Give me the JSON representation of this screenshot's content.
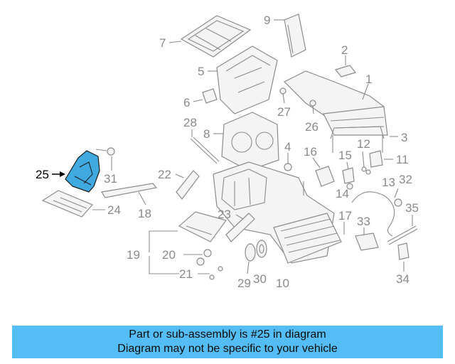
{
  "diagram": {
    "callouts": [
      {
        "id": "1",
        "text": "1"
      },
      {
        "id": "2",
        "text": "2"
      },
      {
        "id": "3",
        "text": "3"
      },
      {
        "id": "4",
        "text": "4"
      },
      {
        "id": "5",
        "text": "5"
      },
      {
        "id": "6",
        "text": "6"
      },
      {
        "id": "7",
        "text": "7"
      },
      {
        "id": "8",
        "text": "8"
      },
      {
        "id": "9",
        "text": "9"
      },
      {
        "id": "10",
        "text": "10"
      },
      {
        "id": "11",
        "text": "11"
      },
      {
        "id": "12",
        "text": "12"
      },
      {
        "id": "13",
        "text": "13"
      },
      {
        "id": "14",
        "text": "14"
      },
      {
        "id": "15",
        "text": "15"
      },
      {
        "id": "16",
        "text": "16"
      },
      {
        "id": "17",
        "text": "17"
      },
      {
        "id": "18",
        "text": "18"
      },
      {
        "id": "19",
        "text": "19"
      },
      {
        "id": "20",
        "text": "20"
      },
      {
        "id": "21",
        "text": "21"
      },
      {
        "id": "22",
        "text": "22"
      },
      {
        "id": "23",
        "text": "23"
      },
      {
        "id": "24",
        "text": "24"
      },
      {
        "id": "25",
        "text": "25"
      },
      {
        "id": "26",
        "text": "26"
      },
      {
        "id": "27",
        "text": "27"
      },
      {
        "id": "28",
        "text": "28"
      },
      {
        "id": "29",
        "text": "29"
      },
      {
        "id": "30",
        "text": "30"
      },
      {
        "id": "31",
        "text": "31"
      },
      {
        "id": "32",
        "text": "32"
      },
      {
        "id": "33",
        "text": "33"
      },
      {
        "id": "34",
        "text": "34"
      },
      {
        "id": "35",
        "text": "35"
      }
    ],
    "highlighted_part": "25",
    "highlight_color": "#3fa9e0",
    "label_color": "#8a8a8a"
  },
  "banner": {
    "line1": "Part or sub-assembly is #25 in diagram",
    "line2": "Diagram may not be specific to your vehicle",
    "color": "#55bdf5"
  }
}
